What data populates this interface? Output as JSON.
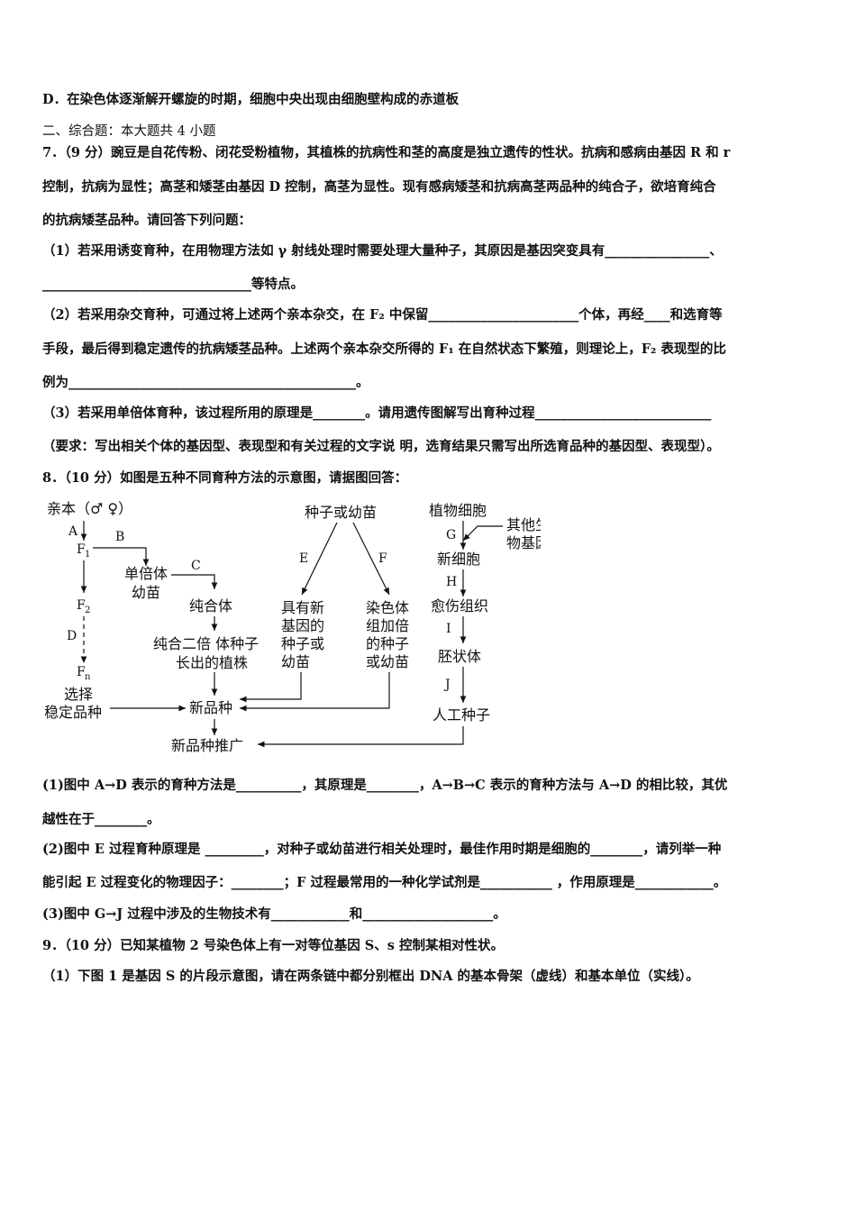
{
  "lines": {
    "l1": "D．在染色体逐渐解开螺旋的时期，细胞中央出现由细胞壁构成的赤道板",
    "l2": "二、综合题：本大题共 4 小题",
    "l3": "7．（9 分）豌豆是自花传粉、闭花受粉植物，其植株的抗病性和茎的高度是独立遗传的性状。抗病和感病由基因 R 和 r",
    "l4": "控制，抗病为显性；高茎和矮茎由基因 D 控制，高茎为显性。现有感病矮茎和抗病高茎两品种的纯合子，欲培育纯合",
    "l5": "的抗病矮茎品种。请回答下列问题：",
    "l6": "（1）若采用诱变育种，在用物理方法如 γ 射线处理时需要处理大量种子，其原因是基因突变具有________________、",
    "l7": "________________________________等特点。",
    "l8": "（2）若采用杂交育种，可通过将上述两个亲本杂交，在 F₂ 中保留_______________________个体，再经____和选育等",
    "l9": "手段，最后得到稳定遗传的抗病矮茎品种。上述两个亲本杂交所得的 F₁ 在自然状态下繁殖，则理论上，F₂ 表现型的比",
    "l10": "例为____________________________________________。",
    "l11": "（3）若采用单倍体育种，该过程所用的原理是________。请用遗传图解写出育种过程___________________________",
    "l12": "（要求：写出相关个体的基因型、表现型和有关过程的文字说 明，选育结果只需写出所选育品种的基因型、表现型）。",
    "l13": "8．（10 分）如图是五种不同育种方法的示意图，请据图回答：",
    "l14": "(1)图中 A→D 表示的育种方法是__________，其原理是________，A→B→C 表示的育种方法与 A→D 的相比较，其优",
    "l15": "越性在于________。",
    "l16": "(2)图中 E 过程育种原理是 _________，对种子或幼苗进行相关处理时，最佳作用时期是细胞的________，请列举一种",
    "l17": "能引起 E 过程变化的物理因子：________；F 过程最常用的一种化学试剂是___________ ，作用原理是____________。",
    "l18": "(3)图中 G→J 过程中涉及的生物技术有____________和____________________。",
    "l19": "9．（10 分）已知某植物 2 号染色体上有一对等位基因 S、s 控制某相对性状。",
    "l20": "（1）下图 1 是基因 S 的片段示意图，请在两条链中都分别框出 DNA 的基本骨架（虚线）和基本单位（实线）。"
  },
  "diagram": {
    "parent": "亲本（♂ ♀）",
    "A": "A",
    "B": "B",
    "C": "C",
    "D": "D",
    "E": "E",
    "F": "F",
    "G": "G",
    "H": "H",
    "I": "I",
    "J": "J",
    "F1": "F",
    "F1_sub": "1",
    "F2": "F",
    "F2_sub": "2",
    "Fn": "F",
    "Fn_sub": "n",
    "haploid_1": "单倍体",
    "haploid_2": "幼苗",
    "pure": "纯合体",
    "diploid_1": "纯合二倍 体种子",
    "diploid_2": "长出的植株",
    "select_1": "选择",
    "select_2": "稳定品种",
    "new_variety": "新品种",
    "promote": "新品种推广",
    "seed_top": "种子或幼苗",
    "newgene_1": "具有新",
    "newgene_2": "基因的",
    "newgene_3": "种子或",
    "newgene_4": "幼苗",
    "chrom_1": "染色体",
    "chrom_2": "组加倍",
    "chrom_3": "的种子",
    "chrom_4": "或幼苗",
    "plant_cell": "植物细胞",
    "other_gene_1": "其他生",
    "other_gene_2": "物基因",
    "new_cell": "新细胞",
    "callus": "愈伤组织",
    "embryoid": "胚状体",
    "artificial_seed": "人工种子"
  }
}
